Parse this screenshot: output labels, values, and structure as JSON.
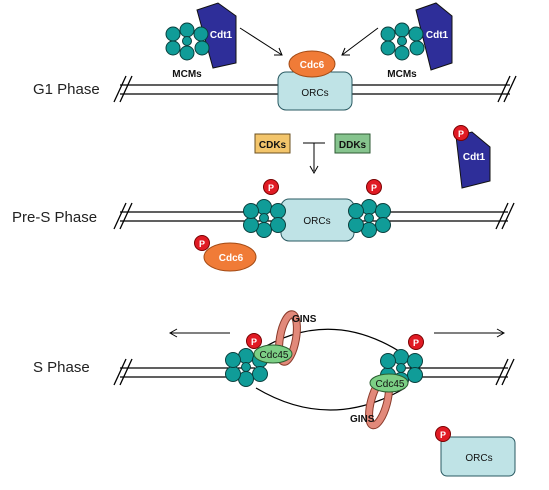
{
  "phases": {
    "g1": "G1 Phase",
    "pre_s": "Pre-S Phase",
    "s": "S Phase"
  },
  "labels": {
    "cdt1": "Cdt1",
    "mcms": "MCMs",
    "cdc6": "Cdc6",
    "orcs": "ORCs",
    "cdks": "CDKs",
    "ddks": "DDKs",
    "p": "P",
    "gins": "GINS",
    "cdc45": "Cdc45"
  },
  "colors": {
    "mcm_teal": "#109c98",
    "cdt1_blue": "#2e2e99",
    "cdc6_orange": "#f07b37",
    "orc_fill": "#bfe3e6",
    "cdk_fill": "#f3c56b",
    "ddk_fill": "#86c48e",
    "phospho_red": "#e01b24",
    "gins_ring": "#e2897a",
    "cdc45_green": "#7ccf85"
  }
}
